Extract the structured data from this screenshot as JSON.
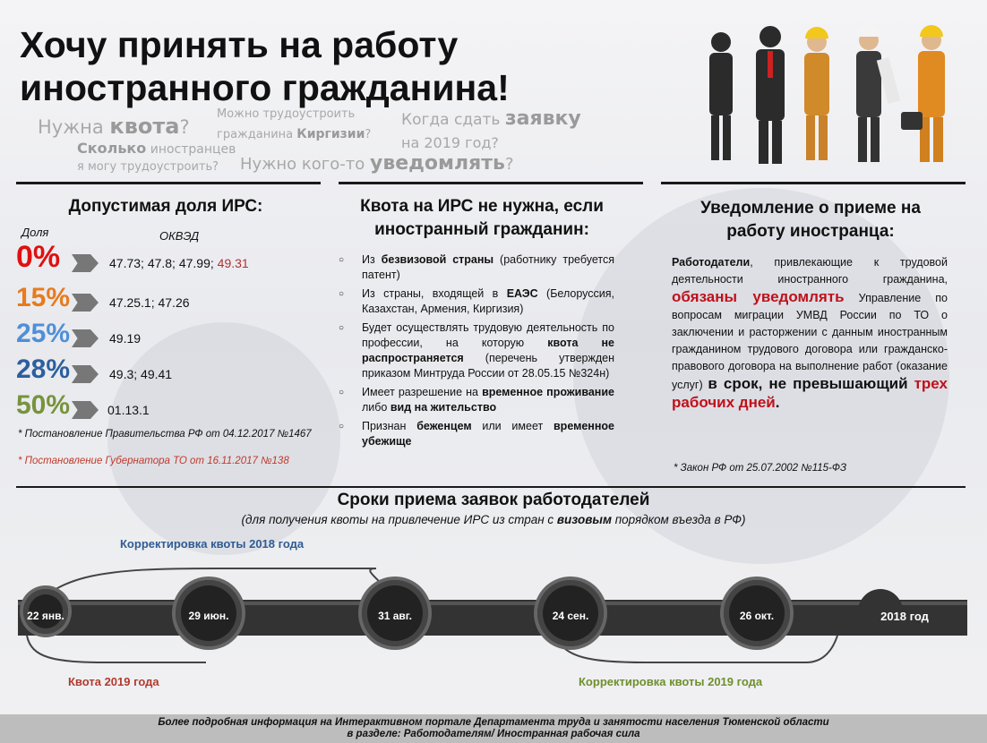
{
  "title_line1": "Хочу принять на работу",
  "title_line2": "иностранного гражданина!",
  "cloud": {
    "q1_a": "Нужна ",
    "q1_b": "квота",
    "q1_c": "?",
    "q2_a": "Сколько",
    "q2_b": " иностранцев",
    "q2_c": "я могу трудоустроить?",
    "q3_a": "Можно трудоустроить",
    "q3_b": "гражданина ",
    "q3_c": "Киргизии",
    "q3_d": "?",
    "q4_a": "Когда сдать ",
    "q4_b": "заявку",
    "q4_c": "на 2019 год?",
    "q5_a": "Нужно кого-то ",
    "q5_b": "уведомлять",
    "q5_c": "?"
  },
  "col1": {
    "title": "Допустимая доля ИРС:",
    "h_share": "Доля",
    "h_okved": "ОКВЭД",
    "rows": [
      {
        "pct": "0%",
        "codes": "47.73; 47.8; 47.99; ",
        "extra": "49.31",
        "color": "#e01010"
      },
      {
        "pct": "15%",
        "codes": "47.25.1; 47.26",
        "extra": "",
        "color": "#e87b1c"
      },
      {
        "pct": "25%",
        "codes": "49.19",
        "extra": "",
        "color": "#4f8fd6"
      },
      {
        "pct": "28%",
        "codes": "49.3; 49.41",
        "extra": "",
        "color": "#2c5f9e"
      },
      {
        "pct": "50%",
        "codes": "01.13.1",
        "extra": "",
        "color": "#77933c"
      }
    ],
    "note1": "* Постановление Правительства РФ от 04.12.2017 №1467",
    "note2": "* Постановление Губернатора ТО от 16.11.2017 №138"
  },
  "col2": {
    "title1": "Квота на ИРС не нужна, если",
    "title2": "иностранный гражданин:",
    "i1_a": "Из ",
    "i1_b": "безвизовой страны",
    "i1_c": " (работнику требуется патент)",
    "i2_a": "Из страны, входящей в ",
    "i2_b": "ЕАЭС",
    "i2_c": " (Белоруссия, Казахстан, Армения, Киргизия)",
    "i3_a": "Будет осуществлять трудовую деятельность по профессии, на которую ",
    "i3_b": "квота не распространяется",
    "i3_c": " (перечень утвержден приказом Минтруда России от 28.05.15 №324н)",
    "i4_a": "Имеет разрешение на ",
    "i4_b": "временное проживание",
    "i4_c": " либо ",
    "i4_d": "вид на жительство",
    "i5_a": "Признан ",
    "i5_b": "беженцем",
    "i5_c": " или имеет ",
    "i5_d": "временное убежище"
  },
  "col3": {
    "title1": "Уведомление о приеме на",
    "title2": "работу иностранца:",
    "t1": "Работодатели",
    "t2": ", привлекающие к трудовой деятельности иностранного гражданина, ",
    "t3": "обязаны уведомлять",
    "t4": " Управление по вопросам миграции УМВД России по ТО о заключении и расторжении с данным иностранным гражданином трудового договора или гражданско-правового договора на выполнение работ (оказание услуг) ",
    "t5": "в срок, не превышающий ",
    "t6": "трех рабочих дней",
    "t7": ".",
    "law": "* Закон РФ от 25.07.2002 №115-ФЗ"
  },
  "timeline": {
    "title": "Сроки приема заявок работодателей",
    "sub_a": "(для получения квоты на привлечение ИРС из стран с ",
    "sub_b": "визовым",
    "sub_c": " порядком въезда в РФ)",
    "brace_top": "Корректировка квоты 2018 года",
    "brace_bottom_left": "Квота 2019 года",
    "brace_bottom_right": "Корректировка квоты 2019 года",
    "dates": [
      "22 янв.",
      "29 июн.",
      "31 авг.",
      "24 сен.",
      "26 окт.",
      "2018 год"
    ],
    "color_top": "#2f5c93",
    "color_left": "#b23a2e",
    "color_right": "#6f8f2d"
  },
  "footer": {
    "line1": "Более подробная информация на Интерактивном портале Департамента труда и занятости населения Тюменской области",
    "line2": "в разделе: Работодателям/ Иностранная рабочая сила"
  }
}
